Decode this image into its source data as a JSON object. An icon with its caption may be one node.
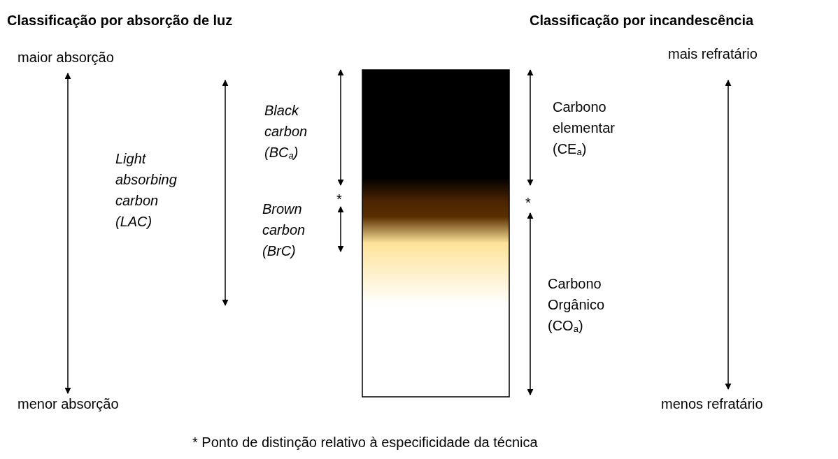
{
  "diagram": {
    "nodes": [
      {
        "text": [],
        "shape": "bar"
      }
    ],
    "labels": [
      "Classificação por absorção de luz",
      "Classificação por incandescência",
      "maior absorção",
      "Light absorbing carbon (LAC)",
      "Black carbon (BC$_{a}$)",
      "*",
      "Brown carbon (BrC)",
      "Carbono elementar (CE$_{a}$)",
      "*",
      "Carbono Orgânico (CO$_{a}$)",
      "mais refratário",
      "menor absorção",
      "menos refratário",
      "* Ponto de distinção relativo à especificidade da técnica"
    ]
  }
}
